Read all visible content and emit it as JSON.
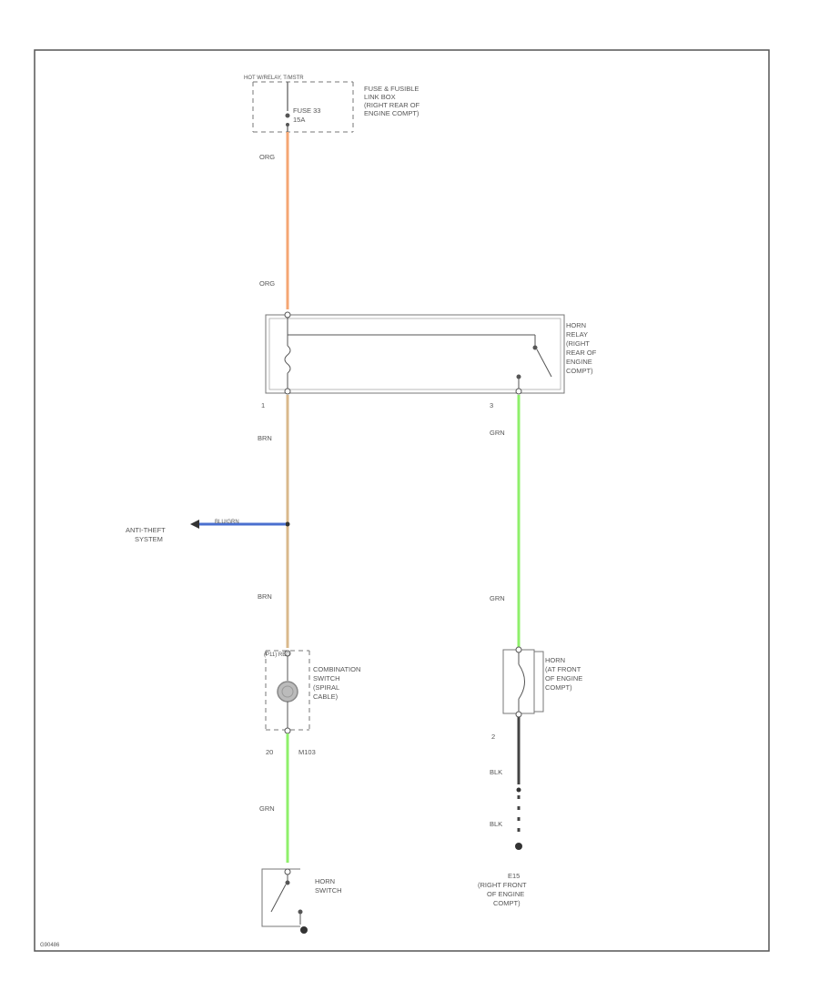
{
  "colors": {
    "border": "#555555",
    "wire_orange": "#f5a673",
    "wire_tan": "#d9b98c",
    "wire_green": "#8ff06b",
    "wire_blue": "#4a6fcf",
    "wire_black": "#444444"
  },
  "hot_label": "HOT W/RELAY, T/MSTR",
  "fuse": {
    "label": "FUSE 33",
    "rating": "15A",
    "location": [
      "FUSE & FUSIBLE",
      "LINK BOX",
      "(RIGHT REAR OF",
      "ENGINE COMPT)"
    ]
  },
  "horn_relay": {
    "location": [
      "HORN",
      "RELAY",
      "(RIGHT",
      "REAR OF",
      "ENGINE",
      "COMPT)"
    ],
    "pin_left": "1",
    "pin_right": "3"
  },
  "anti_theft": {
    "label": [
      "ANTI-THEFT",
      "SYSTEM"
    ],
    "wire": "BLU/GRN"
  },
  "combination_switch": {
    "top_pin": "(P11) RED",
    "location": [
      "COMBINATION",
      "SWITCH",
      "(SPIRAL",
      "CABLE)"
    ],
    "bottom_pin": "20",
    "connector": "M103"
  },
  "horn": {
    "location": [
      "HORN",
      "(AT FRONT",
      "OF ENGINE",
      "COMPT)"
    ],
    "pin": "2"
  },
  "ground": {
    "label": "E15",
    "location": [
      "(RIGHT FRONT",
      "OF ENGINE",
      "COMPT)"
    ]
  },
  "horn_switch": {
    "label": [
      "HORN",
      "SWITCH"
    ]
  },
  "wire_labels": {
    "org_1": "ORG",
    "org_2": "ORG",
    "brn_1": "BRN",
    "brn_2": "BRN",
    "grn_1": "GRN",
    "grn_2": "GRN",
    "grn_3": "GRN",
    "blk_1": "BLK",
    "blk_2": "BLK"
  },
  "figure_code": "G90486"
}
